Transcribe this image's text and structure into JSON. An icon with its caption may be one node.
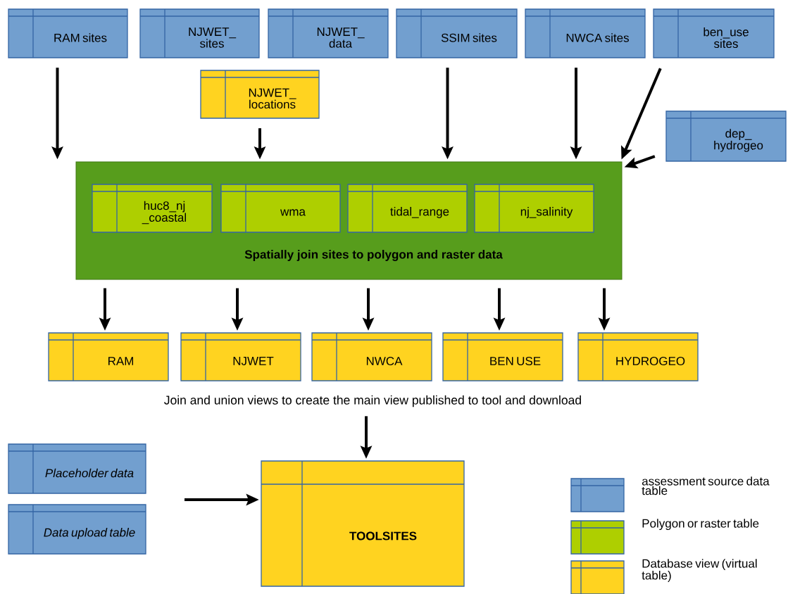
{
  "diagram": {
    "nodes": [
      {
        "text": [
          "RAM sites"
        ]
      },
      {
        "text": [
          "NJWET_ sites"
        ]
      },
      {
        "text": [
          "NJWET_ data"
        ]
      },
      {
        "text": [
          "SSIM sites"
        ]
      },
      {
        "text": [
          "NWCA sites"
        ]
      },
      {
        "text": [
          "ben_use sites"
        ]
      },
      {
        "text": [
          "NJWET_ locations"
        ]
      },
      {
        "text": [
          "dep_ hydrogeo"
        ]
      },
      {
        "text": [
          "Spatially join sites to polygon and raster data"
        ]
      },
      {
        "text": [
          "huc8_nj _coastal"
        ],
        "in": 8
      },
      {
        "text": [
          "wma"
        ],
        "in": 8
      },
      {
        "text": [
          "tidal_range"
        ],
        "in": 8
      },
      {
        "text": [
          "nj_salinity"
        ],
        "in": 8
      },
      {
        "text": [
          "RAM"
        ]
      },
      {
        "text": [
          "NJWET"
        ]
      },
      {
        "text": [
          "NWCA"
        ]
      },
      {
        "text": [
          "BEN USE"
        ]
      },
      {
        "text": [
          "HYDROGEO"
        ]
      },
      {
        "text": [
          "Join and union views to create the main view published to tool and download"
        ]
      },
      {
        "text": [
          "Placeholder data"
        ]
      },
      {
        "text": [
          "Data upload table"
        ]
      },
      {
        "text": [
          "TOOLSITES"
        ]
      }
    ],
    "edges": [
      {
        "from": 0,
        "to": 8,
        "arrow": "to"
      },
      {
        "from": 6,
        "to": 8,
        "arrow": "to"
      },
      {
        "from": 3,
        "to": 8,
        "arrow": "to"
      },
      {
        "from": 4,
        "to": 8,
        "arrow": "to"
      },
      {
        "from": 5,
        "to": 8,
        "arrow": "to"
      },
      {
        "from": 7,
        "to": 8,
        "arrow": "to"
      },
      {
        "from": 8,
        "to": 13,
        "arrow": "to"
      },
      {
        "from": 8,
        "to": 14,
        "arrow": "to"
      },
      {
        "from": 8,
        "to": 15,
        "arrow": "to"
      },
      {
        "from": 8,
        "to": 16,
        "arrow": "to"
      },
      {
        "from": 8,
        "to": 17,
        "arrow": "to"
      },
      {
        "from": 18,
        "to": 21,
        "arrow": "to"
      },
      {
        "from": null,
        "to": 21,
        "arrow": "to"
      }
    ],
    "legend": [
      {
        "text": "assessment source data table",
        "color": "#729fcf"
      },
      {
        "text": "Polygon or raster table",
        "color": "#aecf00"
      },
      {
        "text": "Database view (virtual table)",
        "color": "#ffd320"
      }
    ]
  }
}
